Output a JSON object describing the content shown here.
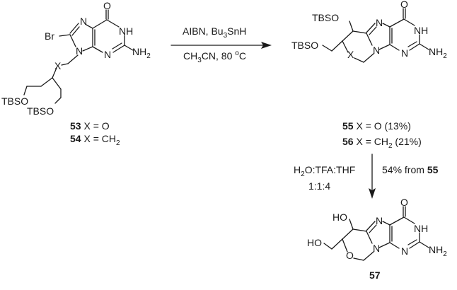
{
  "molecule_left": {
    "br": "Br",
    "o_top": "O",
    "nh": "NH",
    "nh2": "NH",
    "nh2_sub": "2",
    "n7": "N",
    "n9": "N",
    "n3": "N",
    "x": "X",
    "tbso1": "TBSO",
    "tbso2": "TBSO",
    "cmpd_53": "53",
    "cmpd_53_text": " X = O",
    "cmpd_54": "54",
    "cmpd_54_text": " X = CH",
    "cmpd_54_sub": "2"
  },
  "reaction_top": {
    "reagent_line1": "AIBN, Bu",
    "reagent_line1_sub": "3",
    "reagent_line1_tail": "SnH",
    "condition_line_a": "CH",
    "condition_line_a_sub": "3",
    "condition_line_b": "CN, 80 ",
    "condition_line_c": "o",
    "condition_line_d": "C"
  },
  "molecule_right": {
    "o_top": "O",
    "nh": "NH",
    "nh2": "NH",
    "nh2_sub": "2",
    "n1": "N",
    "n2": "N",
    "n3": "N",
    "x": "X",
    "tbso1": "TBSO",
    "tbso2": "TBSO",
    "cmpd_55": "55",
    "cmpd_55_text": " X = O (13%)",
    "cmpd_56": "56",
    "cmpd_56_text": " X = CH",
    "cmpd_56_sub": "2",
    "cmpd_56_tail": " (21%)"
  },
  "reaction_down": {
    "solvent_a": "H",
    "solvent_a_sub": "2",
    "solvent_b": "O:TFA:THF",
    "ratio": "1:1:4",
    "yield": "54% from ",
    "yield_cmpd": "55"
  },
  "molecule_bottom": {
    "o_top": "O",
    "nh": "NH",
    "nh2": "NH",
    "nh2_sub": "2",
    "n1": "N",
    "n2": "N",
    "n3": "N",
    "ho1": "HO",
    "ho2": "HO",
    "o_ring": "O",
    "cmpd_57": "57"
  }
}
